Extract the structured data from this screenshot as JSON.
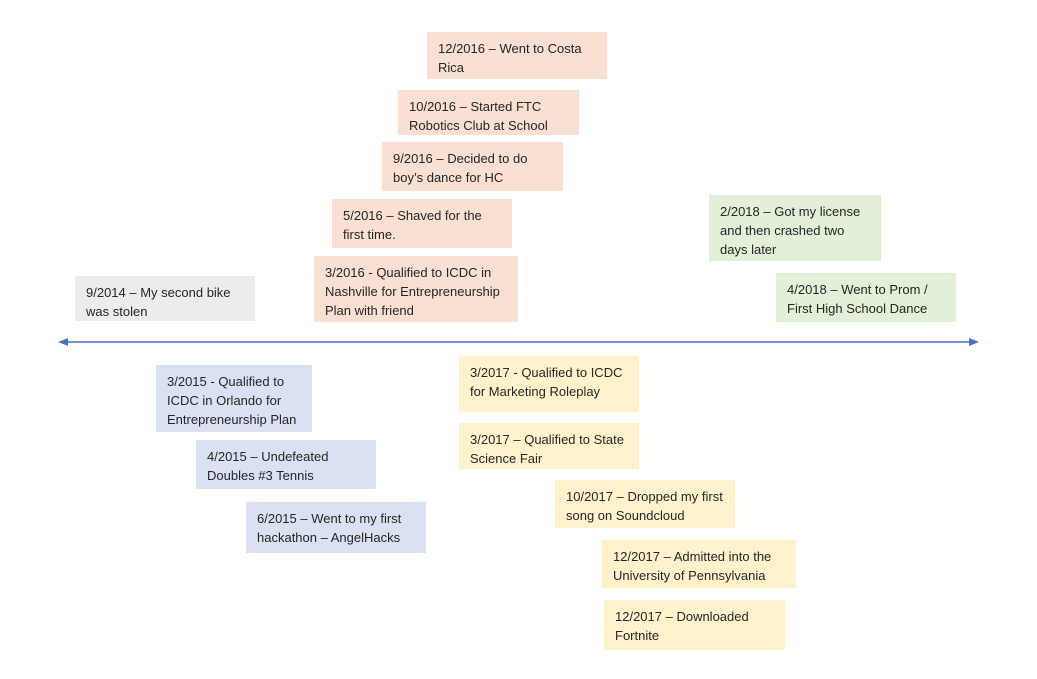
{
  "colors": {
    "axis": "#4472c4",
    "gray": "#ececec",
    "orange": "#f9e0d2",
    "green": "#e2efd9",
    "blue": "#d9e1f2",
    "yellow": "#fff2cc"
  },
  "events": {
    "e2014_09": "9/2014 – My second bike was stolen",
    "e2015_03": "3/2015 - Qualified to ICDC in Orlando for Entrepreneurship Plan",
    "e2015_04": "4/2015 – Undefeated Doubles #3 Tennis",
    "e2015_06": "6/2015 – Went to my first hackathon – AngelHacks",
    "e2016_03": "3/2016 - Qualified to ICDC in Nashville for Entrepreneurship Plan with friend",
    "e2016_05": "5/2016 – Shaved for the first time.",
    "e2016_09": "9/2016 – Decided to do boy’s dance for HC",
    "e2016_10": "10/2016 – Started FTC Robotics Club at School",
    "e2016_12": "12/2016 – Went to Costa Rica",
    "e2017_03a": "3/2017 - Qualified to ICDC for Marketing Roleplay",
    "e2017_03b": "3/2017 – Qualified to State Science Fair",
    "e2017_10": "10/2017 – Dropped my first song on Soundcloud",
    "e2017_12a": "12/2017 – Admitted into the University of Pennsylvania",
    "e2017_12b": "12/2017 – Downloaded Fortnite",
    "e2018_02": "2/2018 – Got my license and then crashed two days later",
    "e2018_04": "4/2018 – Went to Prom / First High School Dance"
  }
}
